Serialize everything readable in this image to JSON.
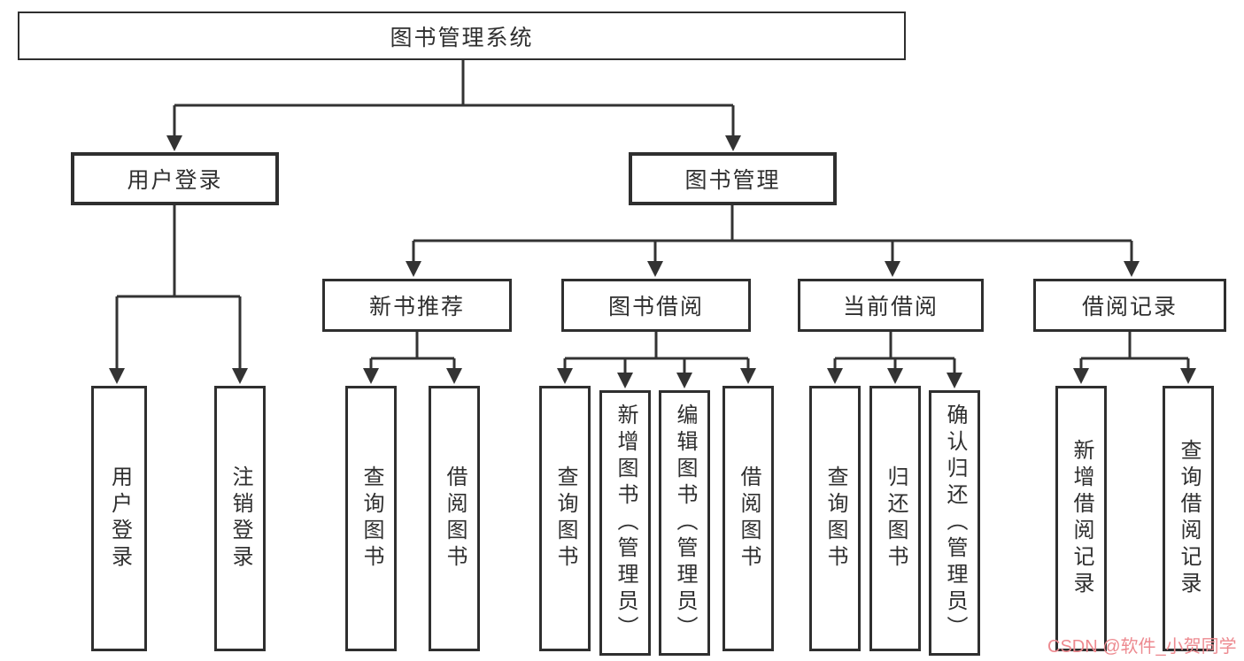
{
  "diagram": {
    "type": "tree",
    "root": {
      "label": "图书管理系统"
    },
    "level2": [
      {
        "label": "用户登录",
        "parent": "图书管理系统"
      },
      {
        "label": "图书管理",
        "parent": "图书管理系统"
      }
    ],
    "level3": [
      {
        "label": "新书推荐",
        "parent": "图书管理"
      },
      {
        "label": "图书借阅",
        "parent": "图书管理"
      },
      {
        "label": "当前借阅",
        "parent": "图书管理"
      },
      {
        "label": "借阅记录",
        "parent": "图书管理"
      }
    ],
    "leaves": [
      {
        "label": "用户登录",
        "parent": "用户登录"
      },
      {
        "label": "注销登录",
        "parent": "用户登录"
      },
      {
        "label": "查询图书",
        "parent": "新书推荐"
      },
      {
        "label": "借阅图书",
        "parent": "新书推荐"
      },
      {
        "label": "查询图书",
        "parent": "图书借阅"
      },
      {
        "label": "新增图书（管理员）",
        "parent": "图书借阅"
      },
      {
        "label": "编辑图书（管理员）",
        "parent": "图书借阅"
      },
      {
        "label": "借阅图书",
        "parent": "图书借阅"
      },
      {
        "label": "查询图书",
        "parent": "当前借阅"
      },
      {
        "label": "归还图书",
        "parent": "当前借阅"
      },
      {
        "label": "确认归还（管理员）",
        "parent": "当前借阅"
      },
      {
        "label": "新增借阅记录",
        "parent": "借阅记录"
      },
      {
        "label": "查询借阅记录",
        "parent": "借阅记录"
      }
    ],
    "colors": {
      "line": "#333333",
      "box_border": "#2f2f2f",
      "text": "#2f2f2f",
      "background": "#ffffff"
    }
  },
  "watermark": {
    "text": "CSDN @软件_小贺同学",
    "color": "#ed8a90"
  }
}
